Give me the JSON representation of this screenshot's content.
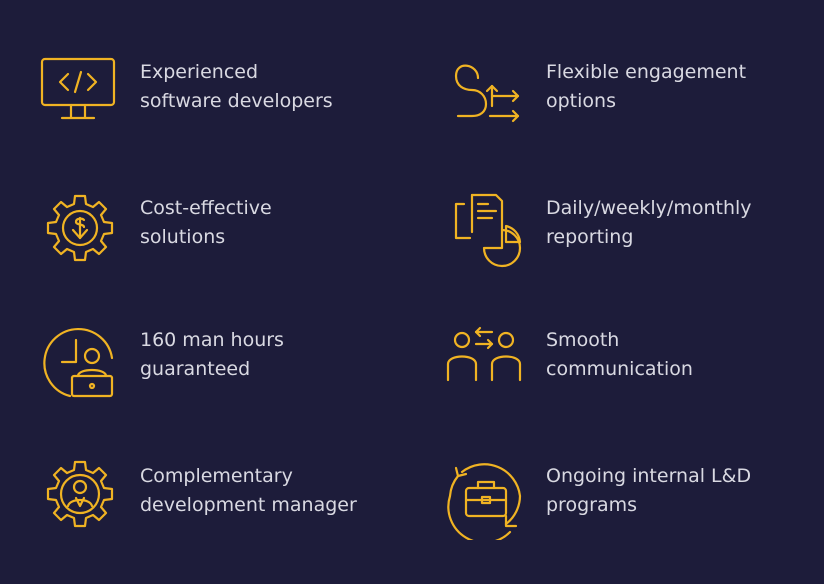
{
  "accent_color": "#f0b323",
  "background_color": "#1d1c3a",
  "features": [
    {
      "icon": "monitor-code-icon",
      "line1": "Experienced",
      "line2": "software developers"
    },
    {
      "icon": "flexible-arrows-icon",
      "line1": "Flexible engagement",
      "line2": "options"
    },
    {
      "icon": "gear-dollar-icon",
      "line1": "Cost-effective",
      "line2": "solutions"
    },
    {
      "icon": "report-chart-icon",
      "line1": "Daily/weekly/monthly",
      "line2": "reporting"
    },
    {
      "icon": "clock-laptop-icon",
      "line1": "160 man hours",
      "line2": "guaranteed"
    },
    {
      "icon": "people-exchange-icon",
      "line1": "Smooth",
      "line2": "communication"
    },
    {
      "icon": "gear-person-icon",
      "line1": "Complementary",
      "line2": "development manager"
    },
    {
      "icon": "briefcase-cycle-icon",
      "line1": "Ongoing internal L&D",
      "line2": "programs"
    }
  ]
}
